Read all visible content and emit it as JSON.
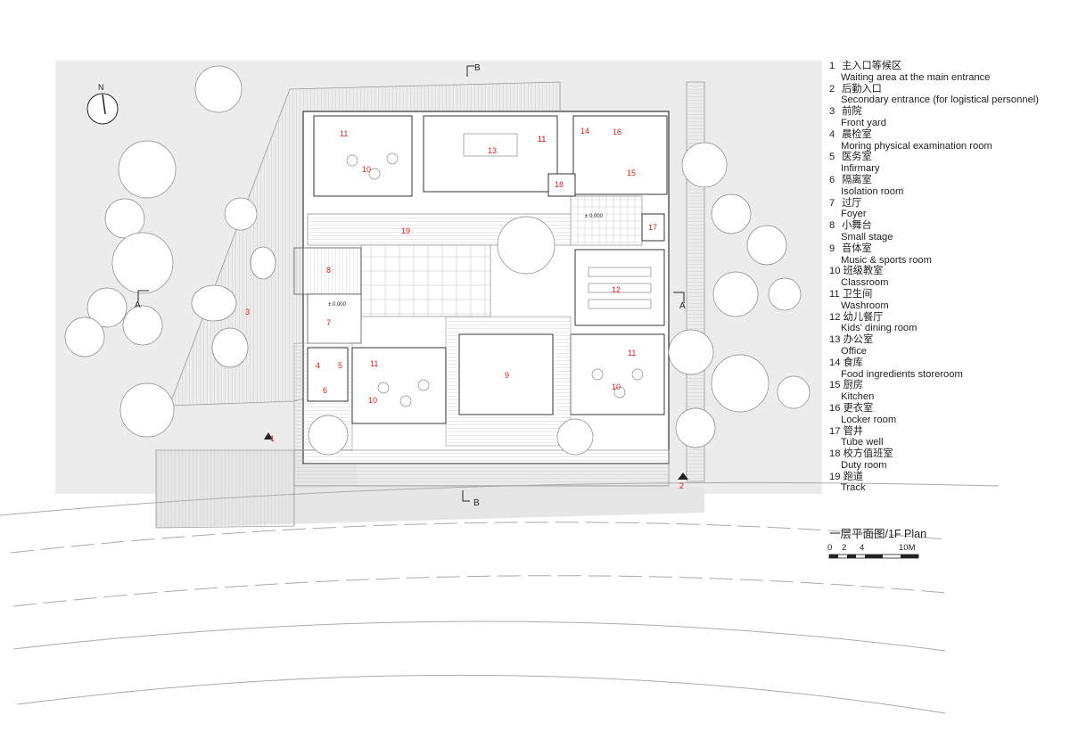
{
  "legend": [
    {
      "num": "1",
      "cn": "主入口等候区",
      "en": "Waiting area at the main entrance"
    },
    {
      "num": "2",
      "cn": "后勤入口",
      "en": "Secondary entrance (for logistical personnel)"
    },
    {
      "num": "3",
      "cn": "前院",
      "en": "Front yard"
    },
    {
      "num": "4",
      "cn": "晨检室",
      "en": "Moring physical examination room"
    },
    {
      "num": "5",
      "cn": "医务室",
      "en": "Infirmary"
    },
    {
      "num": "6",
      "cn": "隔离室",
      "en": "Isolation room"
    },
    {
      "num": "7",
      "cn": "过厅",
      "en": "Foyer"
    },
    {
      "num": "8",
      "cn": "小舞台",
      "en": "Small stage"
    },
    {
      "num": "9",
      "cn": "音体室",
      "en": "Music & sports room"
    },
    {
      "num": "10",
      "cn": "班级教室",
      "en": "Classroom"
    },
    {
      "num": "11",
      "cn": "卫生间",
      "en": "Washroom"
    },
    {
      "num": "12",
      "cn": "幼儿餐厅",
      "en": "Kids' dining room"
    },
    {
      "num": "13",
      "cn": "办公室",
      "en": "Office"
    },
    {
      "num": "14",
      "cn": "食库",
      "en": "Food ingredients storeroom"
    },
    {
      "num": "15",
      "cn": "厨房",
      "en": "Kitchen"
    },
    {
      "num": "16",
      "cn": "更衣室",
      "en": "Locker room"
    },
    {
      "num": "17",
      "cn": "管井",
      "en": "Tube well"
    },
    {
      "num": "18",
      "cn": "校方值班室",
      "en": "Duty room"
    },
    {
      "num": "19",
      "cn": "跑道",
      "en": "Track"
    }
  ],
  "plan_title": "一层平面图/1F Plan",
  "scale_bar": {
    "labels": [
      "0",
      "2",
      "4",
      "10M"
    ]
  },
  "north_label": "N",
  "section_marks": {
    "a": "A",
    "b": "B"
  },
  "room_labels": [
    "1",
    "2",
    "3",
    "4",
    "5",
    "6",
    "7",
    "8",
    "9",
    "10",
    "10",
    "10",
    "11",
    "11",
    "11",
    "11",
    "11",
    "12",
    "13",
    "14",
    "15",
    "16",
    "17",
    "18",
    "19"
  ],
  "elevation_labels": [
    "± 0.000",
    "± 0.000"
  ],
  "colors": {
    "room_label": "#e0201b",
    "site_grey": "#ececec",
    "wall": "#333333",
    "line": "#999999"
  }
}
